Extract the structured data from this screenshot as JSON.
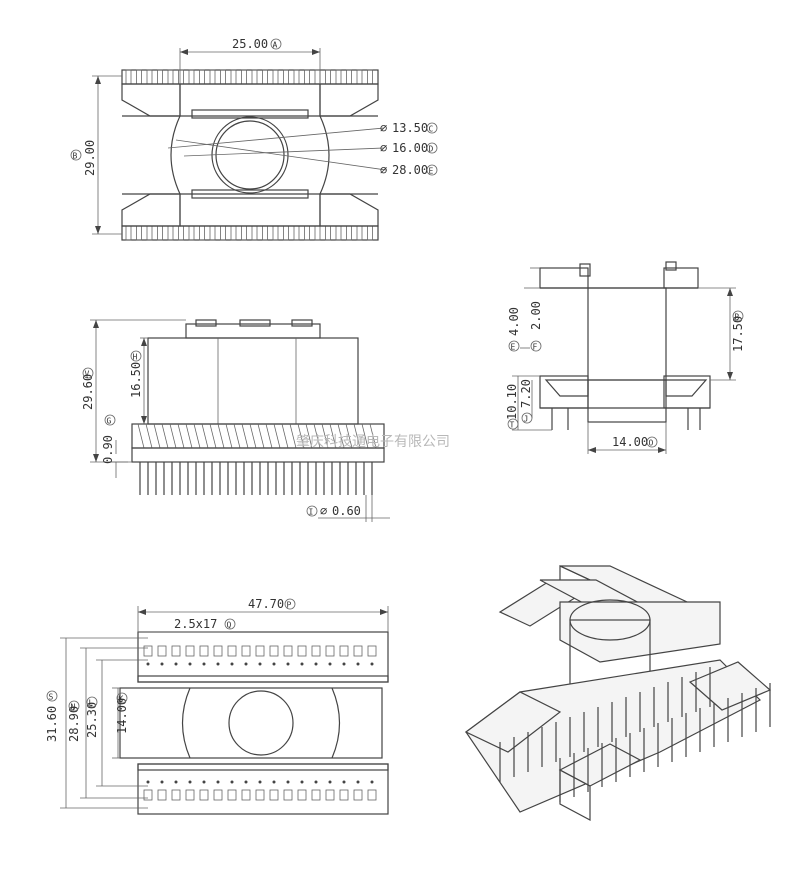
{
  "drawing": {
    "views": {
      "top": {
        "dims": [
          {
            "id": "A",
            "text": "25.00",
            "tag": "A"
          },
          {
            "id": "B",
            "text": "29.00",
            "tag": "B"
          },
          {
            "id": "C",
            "text": "13.50",
            "tag": "C",
            "prefix": "⌀"
          },
          {
            "id": "D",
            "text": "16.00",
            "tag": "D",
            "prefix": "⌀"
          },
          {
            "id": "E",
            "text": "28.00",
            "tag": "E",
            "prefix": "⌀"
          }
        ]
      },
      "front": {
        "dims": [
          {
            "id": "V",
            "text": "29.60",
            "tag": "V"
          },
          {
            "id": "H",
            "text": "16.50",
            "tag": "H"
          },
          {
            "id": "G",
            "text": "0.90",
            "tag": "G"
          },
          {
            "id": "I",
            "text": "0.60",
            "tag": "I",
            "prefix": "⌀"
          }
        ]
      },
      "side": {
        "dims": [
          {
            "id": "E2",
            "text": "4.00",
            "tag": "E"
          },
          {
            "id": "F",
            "text": "2.00",
            "tag": "F"
          },
          {
            "id": "R",
            "text": "17.50",
            "tag": "R"
          },
          {
            "id": "T",
            "text": "10.10",
            "tag": "T"
          },
          {
            "id": "J",
            "text": "7.20",
            "tag": "J"
          },
          {
            "id": "O",
            "text": "14.00",
            "tag": "O"
          }
        ]
      },
      "bottom": {
        "dims": [
          {
            "id": "P",
            "text": "47.70",
            "tag": "P"
          },
          {
            "id": "Q",
            "text": "2.5x17",
            "tag": "Q"
          },
          {
            "id": "S",
            "text": "31.60",
            "tag": "S"
          },
          {
            "id": "N",
            "text": "28.90",
            "tag": "N"
          },
          {
            "id": "L",
            "text": "25.30",
            "tag": "L"
          },
          {
            "id": "K",
            "text": "14.00",
            "tag": "K"
          }
        ]
      }
    },
    "watermark": "肇庆科技通电子有限公司"
  }
}
